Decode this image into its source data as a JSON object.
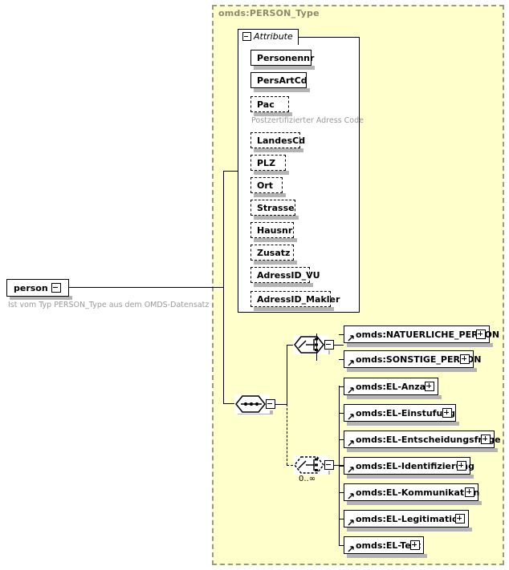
{
  "diagram": {
    "type": "xsd-schema-diagram",
    "background_color": "#ffffcc",
    "container_type_name": "omds:PERSON_Type",
    "root_element": {
      "name": "person",
      "toggle": "minus",
      "annotation": "Ist vom Typ PERSON_Type aus dem OMDS-Datensatz"
    },
    "attribute_panel": {
      "tab_label": "Attribute",
      "tab_toggle": "minus",
      "attributes": [
        {
          "name": "Personennr",
          "optional": false
        },
        {
          "name": "PersArtCd",
          "optional": false
        },
        {
          "name": "Pac",
          "optional": true,
          "annotation": "Postzertifizierter Adress Code"
        },
        {
          "name": "LandesCd",
          "optional": true
        },
        {
          "name": "PLZ",
          "optional": true
        },
        {
          "name": "Ort",
          "optional": true
        },
        {
          "name": "Strasse",
          "optional": true
        },
        {
          "name": "Hausnr",
          "optional": true
        },
        {
          "name": "Zusatz",
          "optional": true
        },
        {
          "name": "AdressID_VU",
          "optional": true
        },
        {
          "name": "AdressID_Makler",
          "optional": true
        }
      ]
    },
    "compositors": {
      "sequence": {
        "kind": "sequence",
        "toggle": "minus",
        "optional": false,
        "cardinality": ""
      },
      "choice_top": {
        "kind": "choice",
        "toggle": "minus",
        "optional": false,
        "cardinality": ""
      },
      "choice_bottom": {
        "kind": "choice",
        "toggle": "minus",
        "optional": true,
        "cardinality": "0..∞"
      }
    },
    "choice_top_elements": [
      {
        "name": "omds:NATUERLICHE_PERSON",
        "toggle": "plus",
        "reference": true
      },
      {
        "name": "omds:SONSTIGE_PERSON",
        "toggle": "plus",
        "reference": true
      }
    ],
    "choice_bottom_elements": [
      {
        "name": "omds:EL-Anzahl",
        "toggle": "plus",
        "reference": true
      },
      {
        "name": "omds:EL-Einstufung",
        "toggle": "plus",
        "reference": true
      },
      {
        "name": "omds:EL-Entscheidungsfrage",
        "toggle": "plus",
        "reference": true
      },
      {
        "name": "omds:EL-Identifizierung",
        "toggle": "plus",
        "reference": true
      },
      {
        "name": "omds:EL-Kommunikation",
        "toggle": "plus",
        "reference": true
      },
      {
        "name": "omds:EL-Legitimation",
        "toggle": "plus",
        "reference": true
      },
      {
        "name": "omds:EL-Text",
        "toggle": "plus",
        "reference": true
      }
    ]
  }
}
